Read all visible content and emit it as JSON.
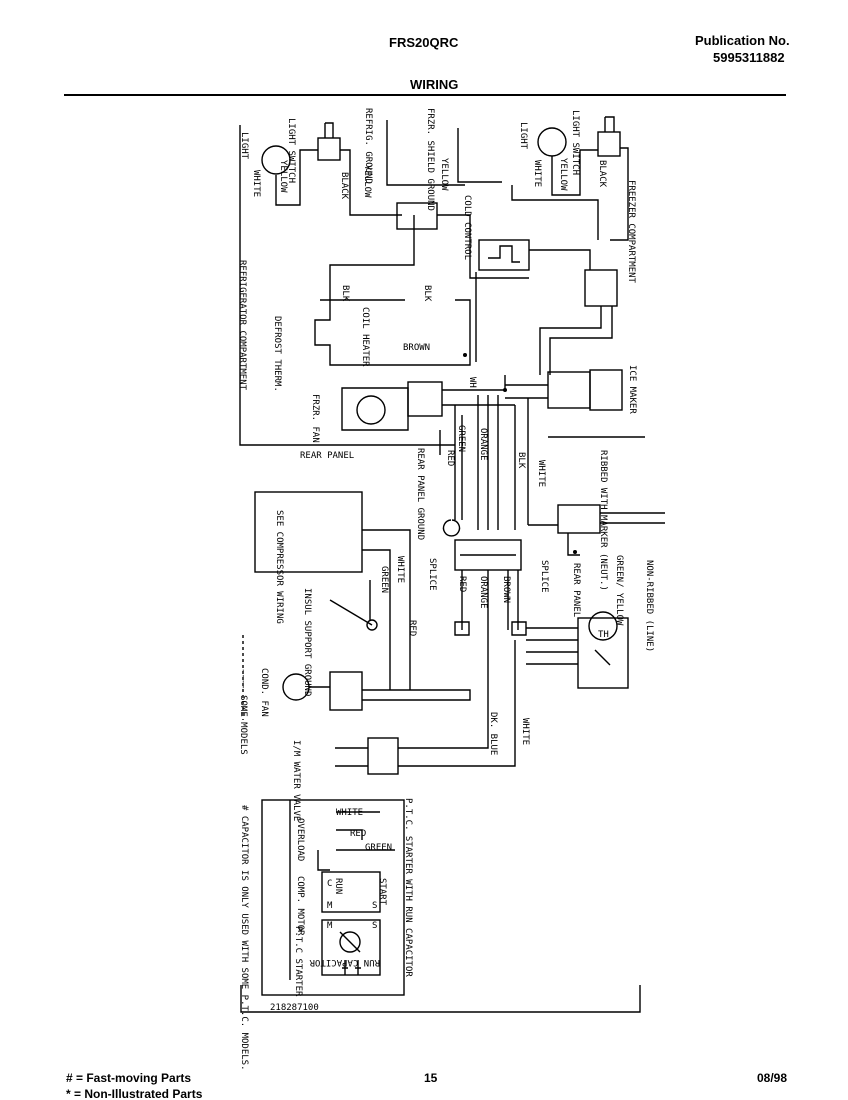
{
  "header": {
    "model": "FRS20QRC",
    "publication_label": "Publication No.",
    "publication_number": "5995311882",
    "section_title": "WIRING"
  },
  "footer": {
    "legend_fast": "# = Fast-moving Parts",
    "legend_nonillus": "* = Non-Illustrated Parts",
    "page": "15",
    "date": "08/98"
  },
  "diagram_id": "218287100",
  "labels": {
    "light": "LIGHT",
    "white": "WHITE",
    "light_switch": "LIGHT SWITCH",
    "yellow": "YELLOW",
    "black": "BLACK",
    "refrig_ground": "REFRIG. GROUND",
    "frzr_shield_ground": "FRZR. SHIELD GROUND",
    "freezer_compartment": "FREEZER COMPARTMENT",
    "cold_control": "COLD CONTROL",
    "refrigerator_compartment": "REFRIGERATOR COMPARTMENT",
    "blk": "BLK",
    "coil_heater": "COIL HEATER",
    "defrost_therm": "DEFROST THERM.",
    "brown": "BROWN",
    "frzr_fan": "FRZR. FAN",
    "ice_maker": "ICE MAKER",
    "rear_panel": "REAR PANEL",
    "green": "GREEN",
    "red": "RED",
    "orange": "ORANGE",
    "rear_panel_ground": "REAR PANEL GROUND",
    "ribbed_with_marker": "RIBBED WITH MARKER (NEUT.)",
    "see_compressor_wiring": "SEE COMPRESSOR WIRING",
    "splice": "SPLICE",
    "green_yellow": "GREEN/ YELLOW",
    "non_ribbed_line": "NON-RIBBED (LINE)",
    "insul_support_ground": "INSUL SUPPORT GROUND",
    "some_models": "---- SOME MODELS",
    "cond_fan": "COND. FAN",
    "wh": "WH",
    "dk_blue": "DK. BLUE",
    "ipm_water_valve": "I/M WATER VALVE",
    "ptc_title": "P.T.C. STARTER WITH RUN CAPACITOR",
    "overload": "OVERLOAD",
    "comp_motor": "COMP. MOTOR",
    "start": "START",
    "run": "RUN",
    "ptc_starter": "P.T.C STARTER",
    "run_capacitor": "RUN CAPACITOR",
    "capacitor_note": "# CAPACITOR IS ONLY USED WITH SOME P.T.C. MODELS.",
    "th": "TH",
    "c": "C",
    "s": "S",
    "m": "M"
  }
}
